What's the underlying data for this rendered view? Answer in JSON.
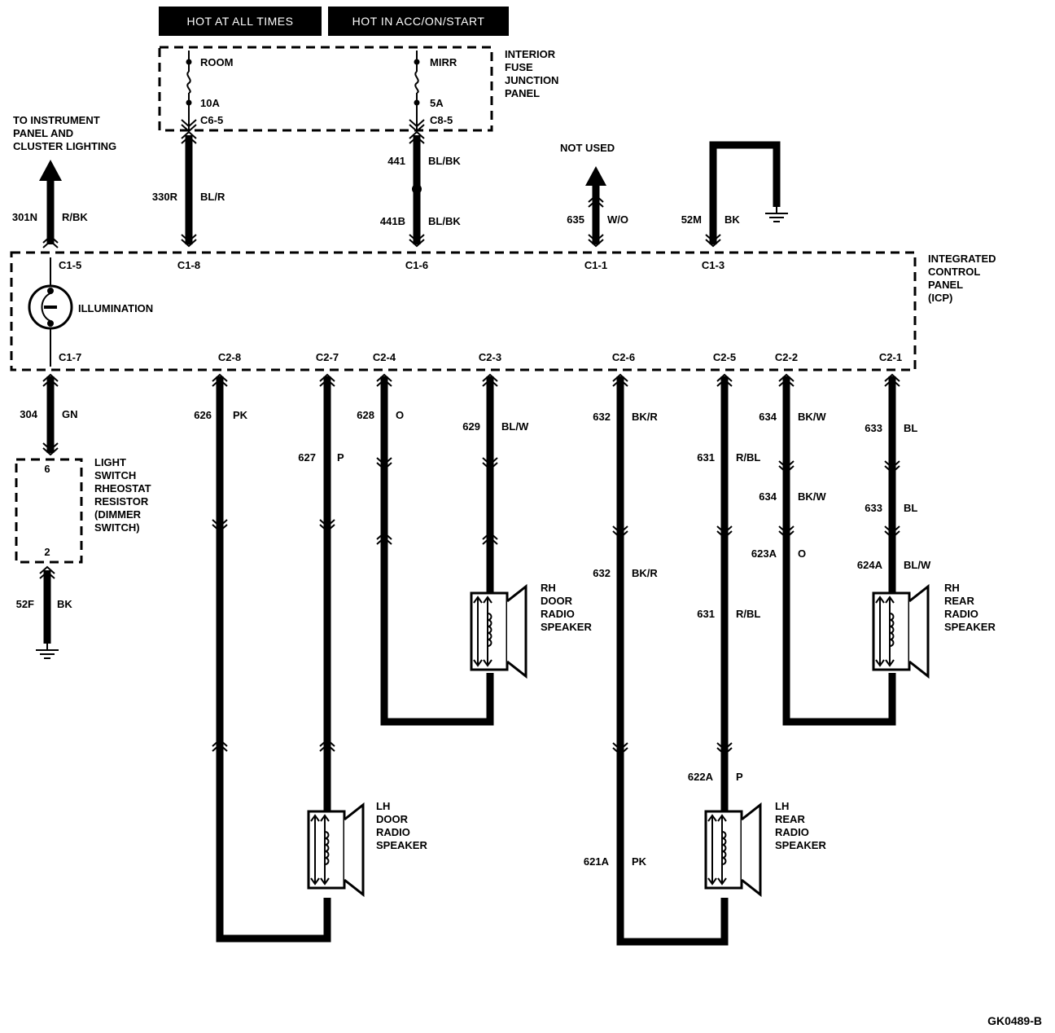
{
  "header": {
    "hot_always": "HOT AT ALL TIMES",
    "hot_acc": "HOT IN ACC/ON/START"
  },
  "fuse_panel": {
    "name": [
      "INTERIOR",
      "FUSE",
      "JUNCTION",
      "PANEL"
    ],
    "fuse_left": {
      "name": "ROOM",
      "rating": "10A",
      "connector": "C6-5"
    },
    "fuse_right": {
      "name": "MIRR",
      "rating": "5A",
      "connector": "C8-5"
    }
  },
  "icp": {
    "name": [
      "INTEGRATED",
      "CONTROL",
      "PANEL",
      "(ICP)"
    ],
    "illumination": "ILLUMINATION",
    "top_pins": [
      "C1-5",
      "C1-8",
      "C1-6",
      "C1-1",
      "C1-3"
    ],
    "bottom_pins": [
      "C1-7",
      "C2-8",
      "C2-7",
      "C2-4",
      "C2-3",
      "C2-6",
      "C2-5",
      "C2-2",
      "C2-1"
    ]
  },
  "upper_wires": {
    "w301": {
      "circuit": "301N",
      "color": "R/BK"
    },
    "dest_instrument": [
      "TO INSTRUMENT",
      "PANEL AND",
      "CLUSTER LIGHTING"
    ],
    "w330": {
      "circuit": "330R",
      "color": "BL/R"
    },
    "w441": {
      "circuit": "441",
      "color": "BL/BK"
    },
    "w441b": {
      "circuit": "441B",
      "color": "BL/BK"
    },
    "not_used": "NOT USED",
    "w635": {
      "circuit": "635",
      "color": "W/O"
    },
    "w52m": {
      "circuit": "52M",
      "color": "BK"
    }
  },
  "dimmer": {
    "wire": {
      "circuit": "304",
      "color": "GN"
    },
    "pin_top": "6",
    "pin_bottom": "2",
    "name": [
      "LIGHT",
      "SWITCH",
      "RHEOSTAT",
      "RESISTOR",
      "(DIMMER",
      "SWITCH)"
    ],
    "ground_wire": {
      "circuit": "52F",
      "color": "BK"
    }
  },
  "speaker_wires": {
    "w626": {
      "circuit": "626",
      "color": "PK"
    },
    "w627": {
      "circuit": "627",
      "color": "P"
    },
    "w628": {
      "circuit": "628",
      "color": "O"
    },
    "w629": {
      "circuit": "629",
      "color": "BL/W"
    },
    "w632a": {
      "circuit": "632",
      "color": "BK/R"
    },
    "w632b": {
      "circuit": "632",
      "color": "BK/R"
    },
    "w621a": {
      "circuit": "621A",
      "color": "PK"
    },
    "w631a": {
      "circuit": "631",
      "color": "R/BL"
    },
    "w631b": {
      "circuit": "631",
      "color": "R/BL"
    },
    "w622a": {
      "circuit": "622A",
      "color": "P"
    },
    "w634a": {
      "circuit": "634",
      "color": "BK/W"
    },
    "w634b": {
      "circuit": "634",
      "color": "BK/W"
    },
    "w623a": {
      "circuit": "623A",
      "color": "O"
    },
    "w633a": {
      "circuit": "633",
      "color": "BL"
    },
    "w633b": {
      "circuit": "633",
      "color": "BL"
    },
    "w624a": {
      "circuit": "624A",
      "color": "BL/W"
    }
  },
  "speakers": {
    "rh_door": [
      "RH",
      "DOOR",
      "RADIO",
      "SPEAKER"
    ],
    "lh_door": [
      "LH",
      "DOOR",
      "RADIO",
      "SPEAKER"
    ],
    "rh_rear": [
      "RH",
      "REAR",
      "RADIO",
      "SPEAKER"
    ],
    "lh_rear": [
      "LH",
      "REAR",
      "RADIO",
      "SPEAKER"
    ]
  },
  "figure_id": "GK0489-B"
}
